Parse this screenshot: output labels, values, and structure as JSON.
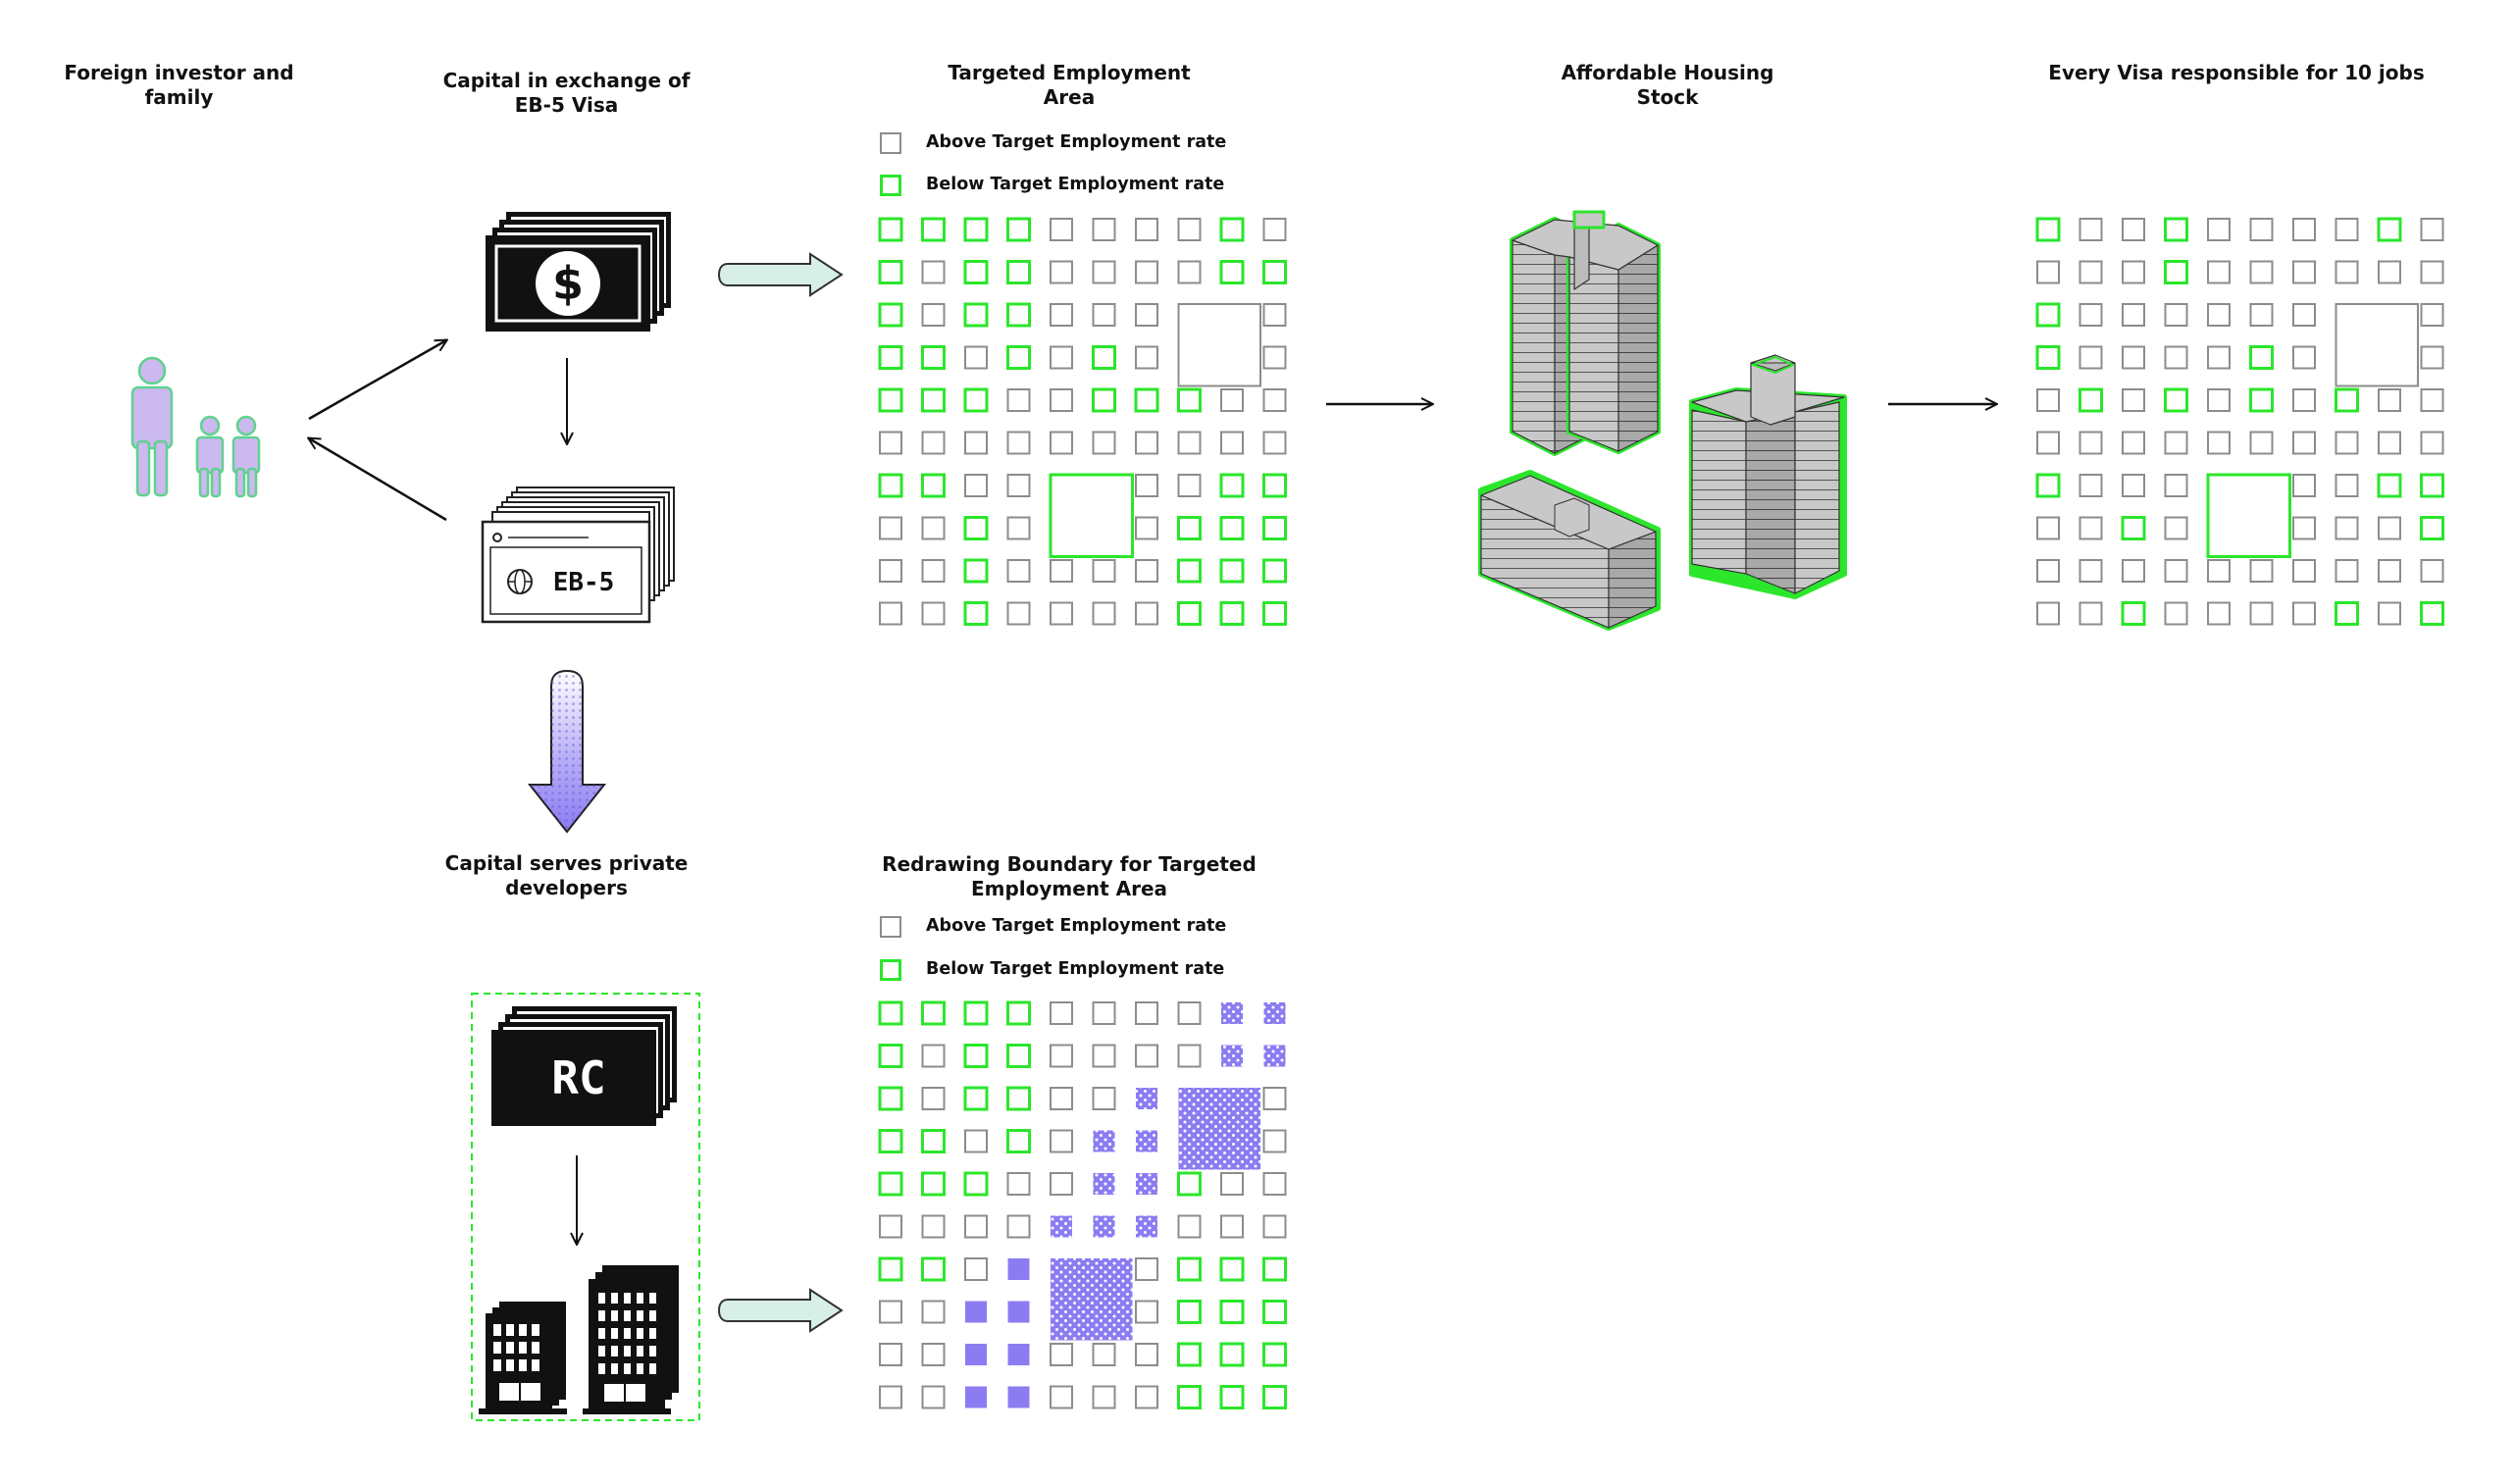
{
  "colors": {
    "above": "#8c8c8c",
    "below": "#2be62b",
    "purple": "#8b7cf2",
    "person_fill": "#cbb9f0",
    "person_outline": "#5fd28e",
    "arrow_fill": "#d7efe6",
    "building_fill": "#c8c8c8",
    "ink": "#111111"
  },
  "labels": {
    "foreign_investor": [
      "Foreign investor and",
      "family"
    ],
    "capital_exchange": [
      "Capital in exchange of",
      "EB-5 Visa"
    ],
    "targeted_area": [
      "Targeted Employment",
      "Area"
    ],
    "affordable_housing": [
      "Affordable Housing",
      "Stock"
    ],
    "every_visa": [
      "Every Visa responsible for 10 jobs"
    ],
    "capital_serves": [
      "Capital serves private",
      "developers"
    ],
    "redrawing": [
      "Redrawing Boundary for Targeted",
      "Employment Area"
    ]
  },
  "legend": {
    "above": "Above Target Employment rate",
    "below": "Below Target Employment rate"
  },
  "icons": {
    "money": "dollar-bill-stack-icon",
    "money_symbol": "$",
    "visa": "eb5-visa-card-stack-icon",
    "visa_text": "EB-5",
    "rc": "regional-center-card-stack-icon",
    "rc_text": "RC",
    "developers": "apartment-buildings-icon",
    "family": "family-icon",
    "housing": "isometric-towers-icon"
  },
  "grids": {
    "targeted_area": [
      "GGGGNNNNGN",
      "GNGGNNNNGG",
      "GNGGNNNLLN",
      "GGNGNGNLLN",
      "GGGNNGGGNN",
      "NNNNNNNNNN",
      "GGNNLLNNGG",
      "NNGNLLNGGG",
      "NNGNNNNGGG",
      "NNGNNNNGGG"
    ],
    "every_visa": [
      "GNNGNNNNGN",
      "NNNGNNNNNN",
      "GNNNNNNLLN",
      "GNNNNGNLLN",
      "NGNGNGNGNN",
      "NNNNNNNNNN",
      "GNNNLLNNGG",
      "NNGNLLNNNG",
      "NNNNNNNNNN",
      "NNGNNNNGNG"
    ],
    "redrawing": [
      "GGGGNNNNPP",
      "GNGGNNNNPP",
      "GNGGNNPLLN",
      "GGNGNPPLLN",
      "GGGNNPPGNN",
      "NNNNPPPNNN",
      "GGNSLLNGGG",
      "NNSSLLNGGG",
      "NNSSNNNGGG",
      "NNSSNNNGGG"
    ]
  }
}
